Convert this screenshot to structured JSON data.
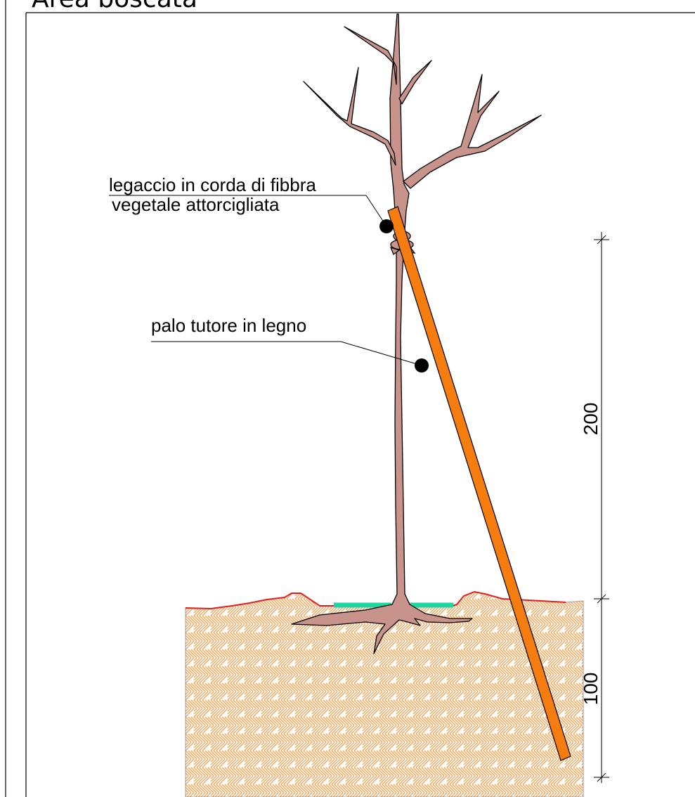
{
  "title": "Area boscata",
  "labels": {
    "rope_tie_line1": "legaccio in corda di fibbra",
    "rope_tie_line2": "vegetale attorcigliata",
    "wooden_stake": "palo tutore in legno"
  },
  "dimensions": {
    "above_ground": "200",
    "below_ground": "100"
  },
  "colors": {
    "trunk": "#c8938a",
    "stake": "#f57c0f",
    "soil_hatch": "#f0a050",
    "ground_line": "#e02020",
    "mulch": "#1ed6a2",
    "outline": "#000000"
  }
}
